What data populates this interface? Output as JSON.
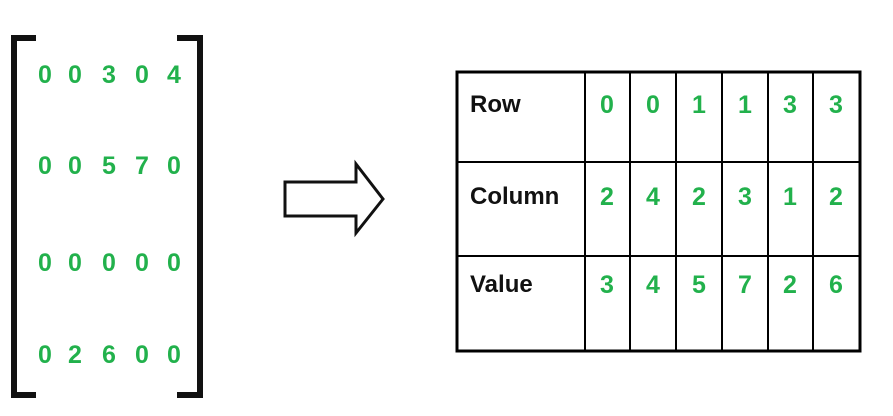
{
  "matrix": {
    "rows": [
      [
        "0",
        "0",
        "3",
        "0",
        "4"
      ],
      [
        "0",
        "0",
        "5",
        "7",
        "0"
      ],
      [
        "0",
        "0",
        "0",
        "0",
        "0"
      ],
      [
        "0",
        "2",
        "6",
        "0",
        "0"
      ]
    ]
  },
  "table": {
    "labels": [
      "Row",
      "Column",
      "Value"
    ],
    "rows": [
      [
        "0",
        "0",
        "1",
        "1",
        "3",
        "3"
      ],
      [
        "2",
        "4",
        "2",
        "3",
        "1",
        "2"
      ],
      [
        "3",
        "4",
        "5",
        "7",
        "2",
        "6"
      ]
    ]
  },
  "colors": {
    "number": "#22b14c",
    "line": "#000000",
    "text": "#111111"
  },
  "icons": {
    "arrow": "right-arrow-icon"
  }
}
